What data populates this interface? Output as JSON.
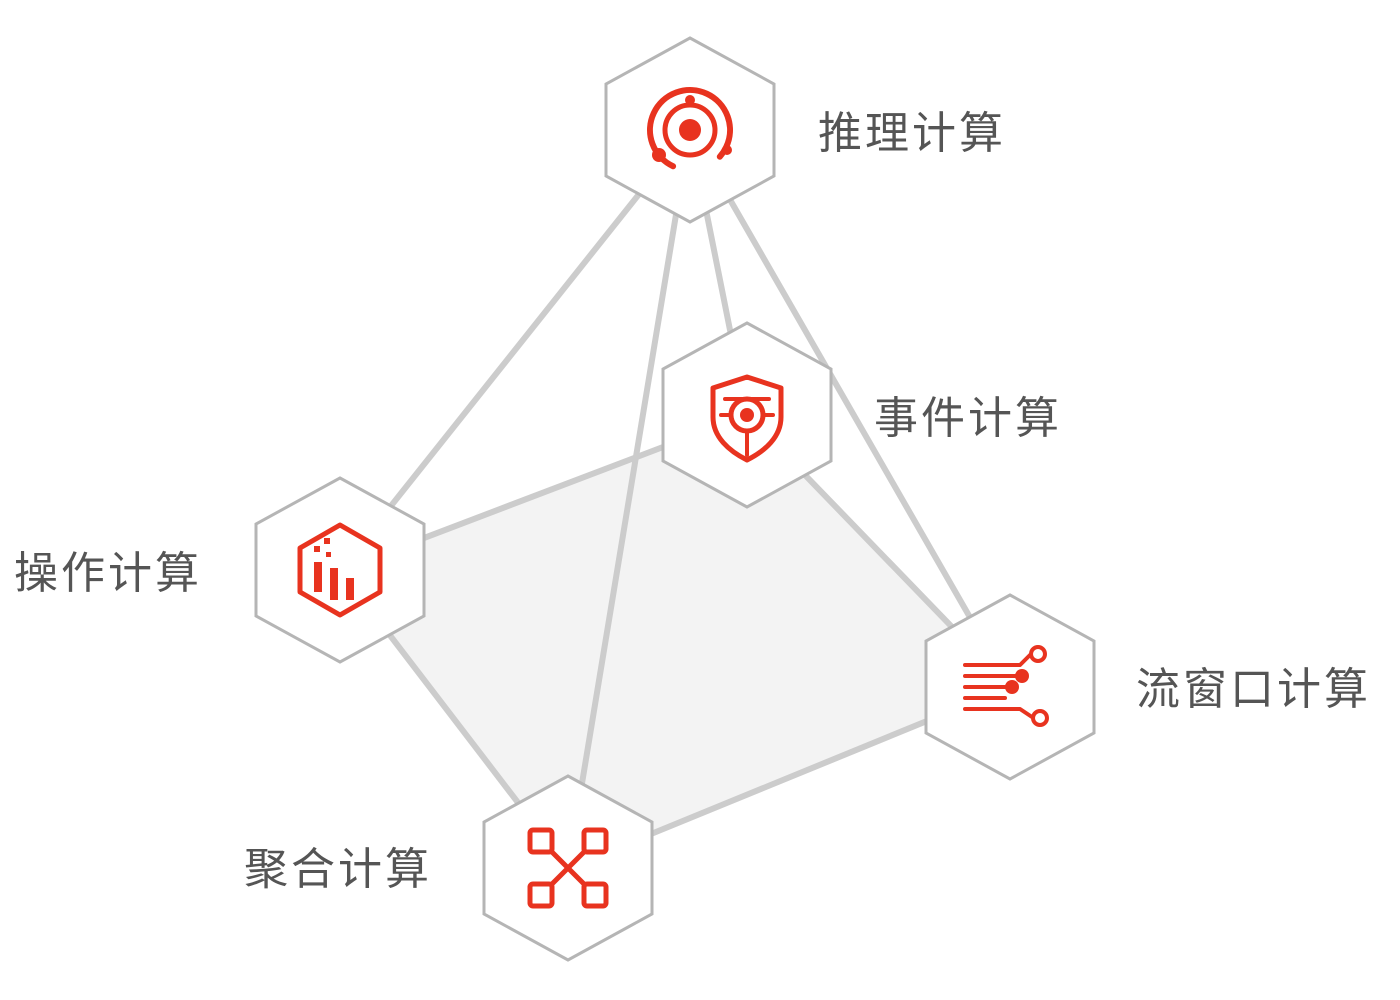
{
  "nodes": {
    "inference": {
      "label": "推理计算",
      "icon": "orbit-target-icon"
    },
    "event": {
      "label": "事件计算",
      "icon": "shield-eye-icon"
    },
    "operation": {
      "label": "操作计算",
      "icon": "hex-bar-chart-icon"
    },
    "stream_window": {
      "label": "流窗口计算",
      "icon": "circuit-stream-icon"
    },
    "aggregation": {
      "label": "聚合计算",
      "icon": "node-grid-icon"
    }
  },
  "colors": {
    "accent": "#e8331f",
    "edge": "#cccccc",
    "face": "#f3f3f3",
    "hex_border": "#b5b5b5",
    "label": "#555555"
  }
}
